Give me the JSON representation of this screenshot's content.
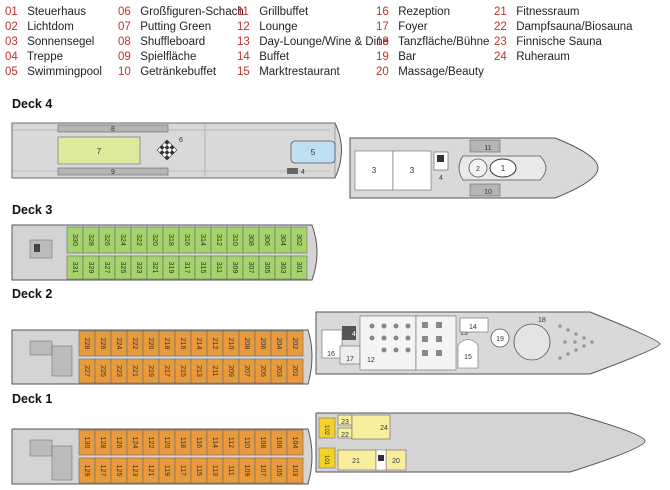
{
  "legend": [
    {
      "num": "01",
      "label": "Steuerhaus"
    },
    {
      "num": "02",
      "label": "Lichtdom"
    },
    {
      "num": "03",
      "label": "Sonnensegel"
    },
    {
      "num": "04",
      "label": "Treppe"
    },
    {
      "num": "05",
      "label": "Swimmingpool"
    },
    {
      "num": "06",
      "label": "Großfiguren-Schach"
    },
    {
      "num": "07",
      "label": "Putting Green"
    },
    {
      "num": "08",
      "label": "Shuffleboard"
    },
    {
      "num": "09",
      "label": "Spielfläche"
    },
    {
      "num": "10",
      "label": "Getränkebuffet"
    },
    {
      "num": "11",
      "label": "Grillbuffet"
    },
    {
      "num": "12",
      "label": "Lounge"
    },
    {
      "num": "13",
      "label": "Day-Lounge/Wine & Dine"
    },
    {
      "num": "14",
      "label": "Buffet"
    },
    {
      "num": "15",
      "label": "Marktrestaurant"
    },
    {
      "num": "16",
      "label": "Rezeption"
    },
    {
      "num": "17",
      "label": "Foyer"
    },
    {
      "num": "18",
      "label": "Tanzfläche/Bühne"
    },
    {
      "num": "19",
      "label": "Bar"
    },
    {
      "num": "20",
      "label": "Massage/Beauty"
    },
    {
      "num": "21",
      "label": "Fitnessraum"
    },
    {
      "num": "22",
      "label": "Dampfsauna/Biosauna"
    },
    {
      "num": "23",
      "label": "Finnische Sauna"
    },
    {
      "num": "24",
      "label": "Ruheraum"
    }
  ],
  "decks": [
    {
      "name": "Deck 4"
    },
    {
      "name": "Deck 3"
    },
    {
      "name": "Deck 2"
    },
    {
      "name": "Deck 1"
    }
  ],
  "deck4": {
    "areas": {
      "shuffleboard": "8",
      "putting": "7",
      "play": "9",
      "chess": "6",
      "stair": "4",
      "pool": "5",
      "sail_a": "3",
      "sail_b": "3",
      "stair2": "4",
      "grill": "11",
      "drinks": "10",
      "bridge": "1",
      "dome": "2"
    }
  },
  "deck3": {
    "top": [
      "330",
      "328",
      "326",
      "324",
      "322",
      "320",
      "318",
      "316",
      "314",
      "312",
      "310",
      "308",
      "306",
      "304",
      "302"
    ],
    "bottom": [
      "331",
      "329",
      "327",
      "325",
      "323",
      "321",
      "319",
      "317",
      "315",
      "311",
      "309",
      "307",
      "305",
      "303",
      "301"
    ]
  },
  "deck2": {
    "top": [
      "228",
      "226",
      "224",
      "222",
      "220",
      "218",
      "216",
      "214",
      "212",
      "210",
      "208",
      "206",
      "204",
      "202"
    ],
    "bottom": [
      "227",
      "225",
      "223",
      "221",
      "219",
      "217",
      "215",
      "213",
      "211",
      "209",
      "207",
      "205",
      "203",
      "201"
    ],
    "areas": {
      "lounge": "12",
      "day": "13",
      "buffet": "14",
      "market": "15",
      "reception": "16",
      "foyer": "17",
      "dance": "18",
      "bar": "19",
      "stair": "4"
    }
  },
  "deck1": {
    "top": [
      "130",
      "128",
      "126",
      "124",
      "122",
      "120",
      "118",
      "116",
      "114",
      "112",
      "110",
      "108",
      "106",
      "104"
    ],
    "bottom": [
      "129",
      "127",
      "125",
      "123",
      "121",
      "119",
      "117",
      "115",
      "113",
      "111",
      "109",
      "107",
      "105",
      "103"
    ],
    "areas": {
      "c102": "102",
      "c101": "101",
      "sauna_f": "23",
      "sauna_d": "22",
      "rest": "24",
      "fitness": "21",
      "massage": "20"
    }
  },
  "colors": {
    "deck3_cabin": "#a6d36b",
    "cabin_orange": "#e99a3c",
    "cabin_yellow": "#f6d12a",
    "hull": "#d4d4d4",
    "hull_stroke": "#555555",
    "green_area": "#dcea9c",
    "pool": "#bfe0f3"
  }
}
